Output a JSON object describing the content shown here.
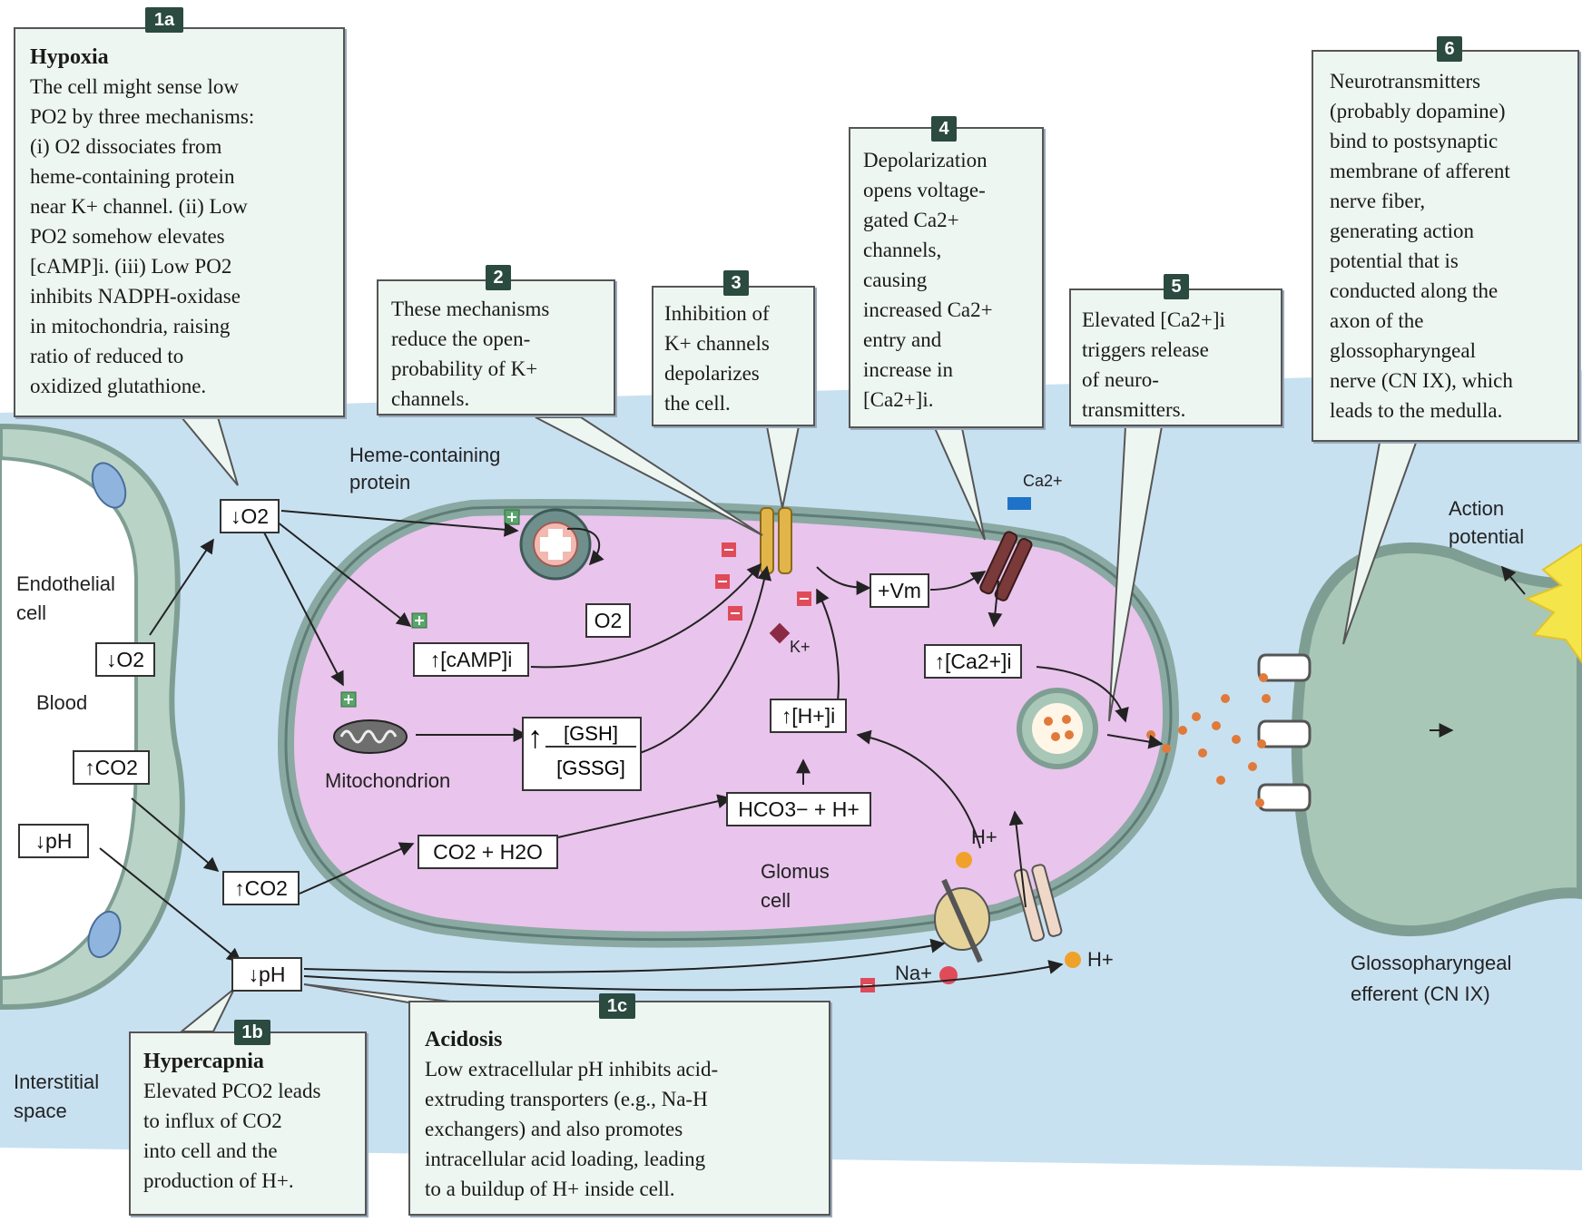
{
  "boxes": {
    "b1a": {
      "badge": "1a",
      "title": "Hypoxia",
      "body": "The cell might sense low\nPO2 by three mechanisms:\n(i) O2 dissociates from\nheme-containing protein\nnear K+ channel. (ii) Low\nPO2 somehow elevates\n[cAMP]i. (iii) Low PO2\ninhibits NADPH-oxidase\nin mitochondria, raising\nratio of reduced to\noxidized glutathione."
    },
    "b2": {
      "badge": "2",
      "body": "These mechanisms\nreduce the open-\nprobability of K+\nchannels."
    },
    "b3": {
      "badge": "3",
      "body": "Inhibition of\nK+ channels\ndepolarizes\nthe cell."
    },
    "b4": {
      "badge": "4",
      "body": "Depolarization\nopens voltage-\ngated Ca2+\nchannels,\ncausing\nincreased Ca2+\nentry and\nincrease in\n[Ca2+]i."
    },
    "b5": {
      "badge": "5",
      "body": "Elevated [Ca2+]i\ntriggers release\nof neuro-\ntransmitters."
    },
    "b6": {
      "badge": "6",
      "body": "Neurotransmitters\n(probably dopamine)\nbind to postsynaptic\nmembrane of afferent\nnerve fiber,\ngenerating action\npotential that is\nconducted along the\naxon of the\nglossopharyngeal\nnerve (CN IX), which\nleads to the medulla."
    },
    "b1b": {
      "badge": "1b",
      "title": "Hypercapnia",
      "body": "Elevated PCO2 leads\nto influx of CO2\ninto cell and the\nproduction of H+."
    },
    "b1c": {
      "badge": "1c",
      "title": "Acidosis",
      "body": "Low extracellular pH inhibits acid-\nextruding transporters (e.g., Na-H\nexchangers) and also promotes\nintracellular acid loading, leading\nto a buildup of H+ inside cell."
    }
  },
  "labels": {
    "heme_protein": "Heme-containing\nprotein",
    "endothelial": "Endothelial\ncell",
    "blood": "Blood",
    "mitochondrion": "Mitochondrion",
    "glomus": "Glomus\ncell",
    "interstitial": "Interstitial\nspace",
    "action_potential": "Action\npotential",
    "glosso": "Glossopharyngeal\nefferent (CN IX)",
    "k_ion": "K+",
    "ca_ion": "Ca2+",
    "h_ion_1": "H+",
    "h_ion_2": "H+",
    "na_ion": "Na+"
  },
  "chem": {
    "o2_low_top": "↓O2",
    "o2_low_blood": "↓O2",
    "co2_high_blood": "↑CO2",
    "ph_low_left": "↓pH",
    "co2_high_inter": "↑CO2",
    "ph_low_inter": "↓pH",
    "o2_released": "O2",
    "camp": "↑[cAMP]i",
    "gsh_num": "[GSH]",
    "gsh_den": "[GSSG]",
    "gsh_arrow": "↑",
    "vm": "+Vm",
    "h_i": "↑[H+]i",
    "hco3": "HCO3− + H+",
    "co2h2o": "CO2 + H2O",
    "ca_i": "↑[Ca2+]i"
  },
  "colors": {
    "interstitial_blue": "#c8e1f1",
    "cytoplasm": "#e9c4ec",
    "membrane": "#8aa9a2",
    "endothelium": "#b9d3c6",
    "nerve": "#a9c7b7",
    "box_fill": "#eef6f1",
    "plus_green": "#5aa56a",
    "minus_red": "#e04b5a",
    "ca_channel": "#7a3a3a",
    "k_channel": "#e2b54a",
    "vesicle_dot": "#e07a3a",
    "action_star": "#f4e64a"
  }
}
